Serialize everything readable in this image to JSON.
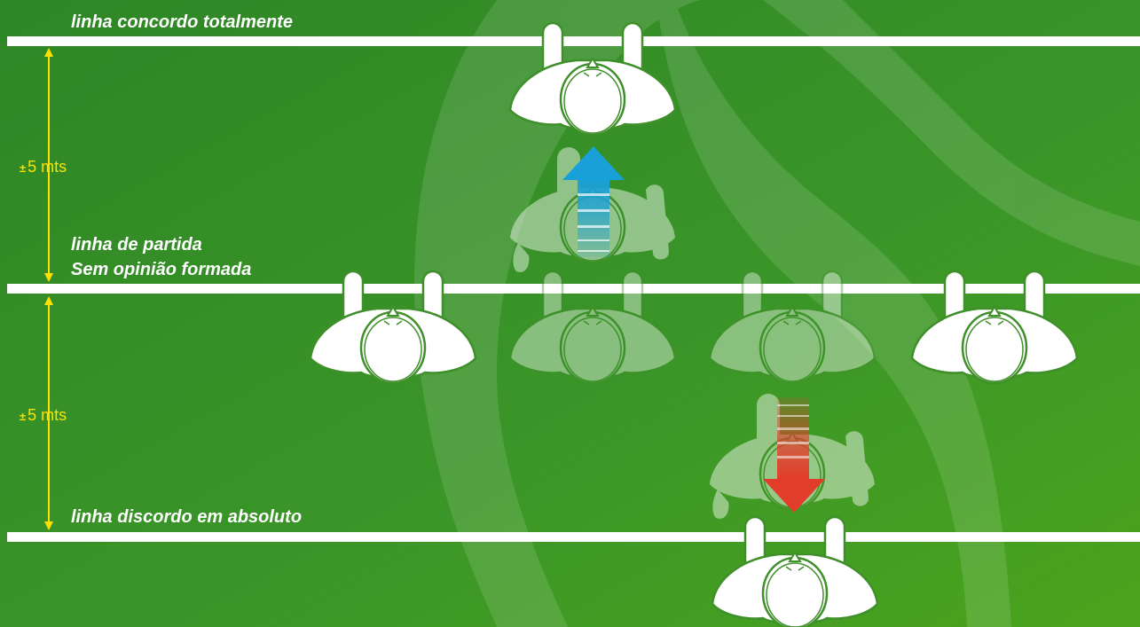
{
  "lines": {
    "agree": "linha concordo totalmente",
    "start_line1": "linha de partida",
    "start_line2": "Sem opinião formada",
    "disagree": "linha discordo em absoluto"
  },
  "distances": {
    "plus_minus": "±",
    "upper": "5 mts",
    "lower": "5 mts"
  },
  "colors": {
    "background": "#3a9428",
    "line": "#ffffff",
    "dimension": "#ffe100",
    "person_outline": "#3f8f2a",
    "up_arrow": "#1aa0d8",
    "down_arrow": "#e23d2b"
  },
  "icons": {
    "person": "person-top-view-icon",
    "up_arrow": "arrow-up-icon",
    "down_arrow": "arrow-down-icon"
  }
}
